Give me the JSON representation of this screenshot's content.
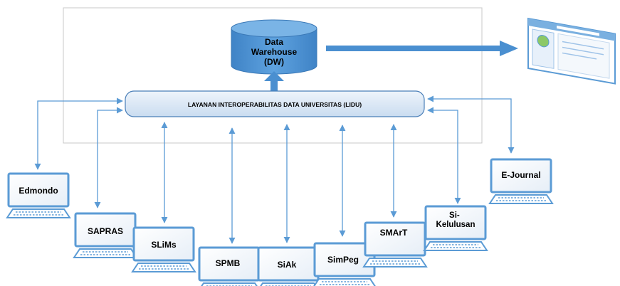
{
  "warehouse": {
    "line1": "Data",
    "line2": "Warehouse",
    "line3": "(DW)"
  },
  "lidu": {
    "label": "LAYANAN INTEROPERABILITAS DATA UNIVERSITAS (LIDU)"
  },
  "systems": [
    {
      "id": "edmondo",
      "label": "Edmondo"
    },
    {
      "id": "sapras",
      "label": "SAPRAS"
    },
    {
      "id": "slims",
      "label": "SLiMs"
    },
    {
      "id": "spmb",
      "label": "SPMB"
    },
    {
      "id": "siak",
      "label": "SiAk"
    },
    {
      "id": "simpeg",
      "label": "SimPeg"
    },
    {
      "id": "smart",
      "label": "SMArT"
    },
    {
      "id": "si-kelulusan",
      "label": "Si-\nKelulusan"
    },
    {
      "id": "e-journal",
      "label": "E-Journal"
    }
  ],
  "colors": {
    "accent": "#5b9bd5",
    "cylinder": "#4a8fd0",
    "lidu_fill": "#dce9f6",
    "monitor": "#5b9bd5",
    "frame": "#c8c8c8"
  },
  "icons": {
    "database": "cylinder-database-icon",
    "browser": "browser-window-icon",
    "computer": "desktop-computer-icon"
  }
}
